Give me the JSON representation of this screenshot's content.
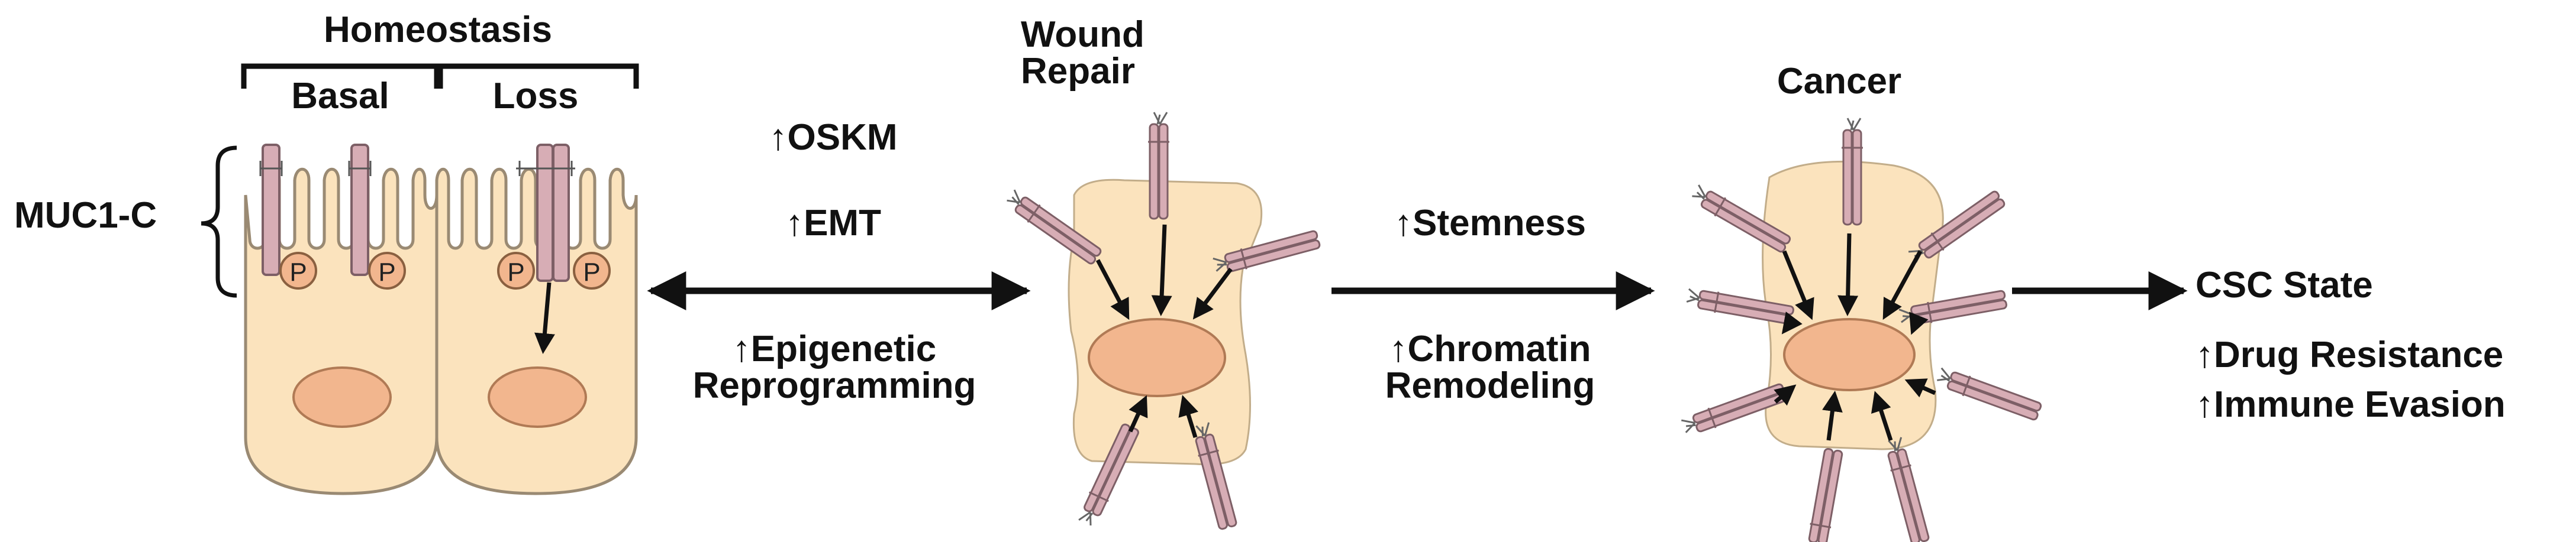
{
  "homeostasis": {
    "title": "Homeostasis",
    "basal": "Basal",
    "loss": "Loss",
    "marker": "P"
  },
  "muc1_label": "MUC1-C",
  "wound_repair": {
    "title": "Wound\nRepair"
  },
  "cancer": {
    "title": "Cancer"
  },
  "left_arrow_labels": {
    "oskm": "↑OSKM",
    "emt": "↑EMT",
    "epigenetic": "↑Epigenetic\nReprogramming"
  },
  "middle_arrow_labels": {
    "stemness": "↑Stemness",
    "chromatin": "↑Chromatin\nRemodeling"
  },
  "outcome": {
    "state": "CSC State",
    "drug": "↑Drug Resistance",
    "immune": "↑Immune Evasion"
  },
  "colors": {
    "cell_fill": "#fbe3bd",
    "cell_stroke": "#9a8a73",
    "nucleus_fill": "#f2b68e",
    "nucleus_stroke": "#b07a55",
    "receptor_fill": "#d7adb5",
    "receptor_stroke": "#7d5f66",
    "arrow": "#111111"
  }
}
